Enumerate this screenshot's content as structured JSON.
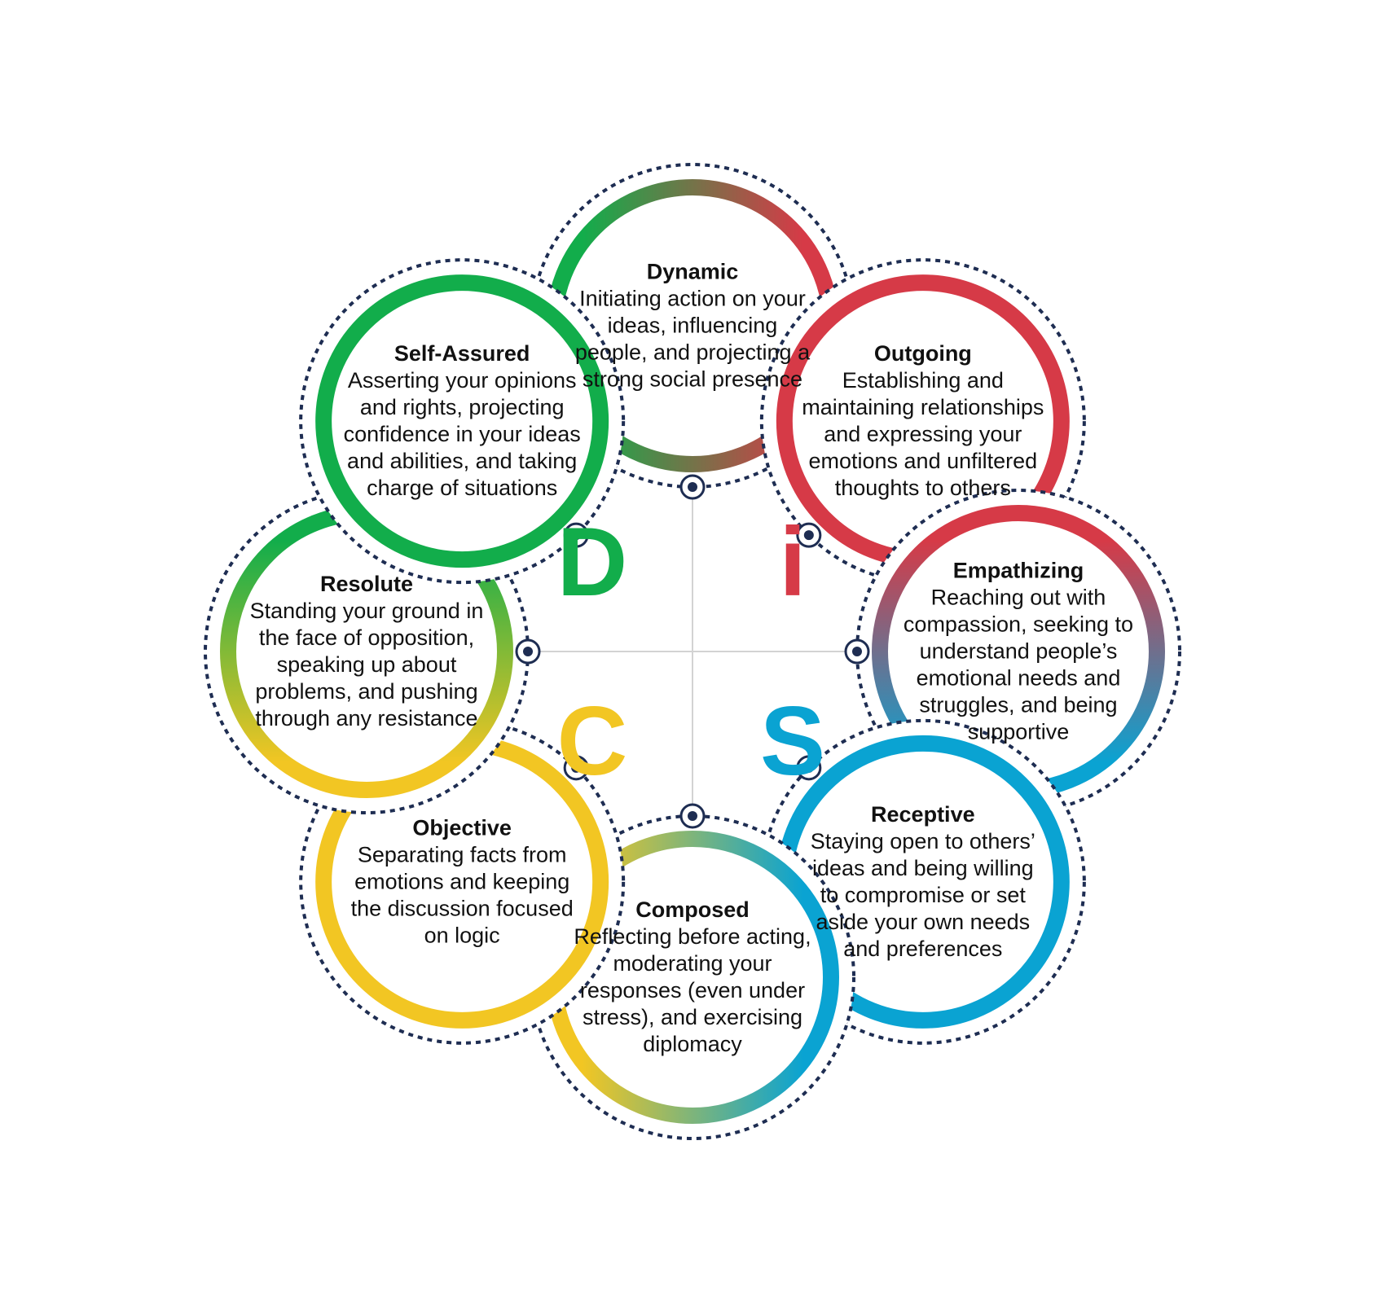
{
  "colors": {
    "green": "#12ad4b",
    "red": "#d63a47",
    "blue": "#0aa3d2",
    "yellow": "#f2c623",
    "navy": "#1e2d52",
    "divider": "#d3d3d3"
  },
  "quadrants": [
    {
      "letter": "D",
      "color": "#12ad4b"
    },
    {
      "letter": "i",
      "color": "#d63a47"
    },
    {
      "letter": "S",
      "color": "#0aa3d2"
    },
    {
      "letter": "C",
      "color": "#f2c623"
    }
  ],
  "nodes": [
    {
      "id": "dynamic",
      "title": "Dynamic",
      "text": "Initiating action on your ideas, influencing people, and projecting a strong social presence",
      "colors": [
        "#12ad4b",
        "#d63a47"
      ]
    },
    {
      "id": "outgoing",
      "title": "Outgoing",
      "text": "Establishing and maintaining relationships and expressing your emotions and unfiltered thoughts to others",
      "colors": [
        "#d63a47",
        "#d63a47"
      ]
    },
    {
      "id": "empathizing",
      "title": "Empathizing",
      "text": "Reaching out with compassion, seeking to understand people’s emotional needs and struggles, and being supportive",
      "colors": [
        "#d63a47",
        "#0aa3d2"
      ]
    },
    {
      "id": "receptive",
      "title": "Receptive",
      "text": "Staying open to others’ ideas and being willing to compromise or set aside your own needs and preferences",
      "colors": [
        "#0aa3d2",
        "#0aa3d2"
      ]
    },
    {
      "id": "composed",
      "title": "Composed",
      "text": "Reflecting before acting, moderating your responses (even under stress), and exercising diplomacy",
      "colors": [
        "#f2c623",
        "#0aa3d2"
      ]
    },
    {
      "id": "objective",
      "title": "Objective",
      "text": "Separating facts from emotions and keeping the discussion focused on logic",
      "colors": [
        "#f2c623",
        "#f2c623"
      ]
    },
    {
      "id": "resolute",
      "title": "Resolute",
      "text": "Standing your ground in the face of opposition, speaking up about problems, and pushing through any resistance",
      "colors": [
        "#12ad4b",
        "#f2c623"
      ]
    },
    {
      "id": "self-assured",
      "title": "Self-Assured",
      "text": "Asserting your opinions and rights, projecting confidence in your ideas and abilities, and taking charge of situations",
      "colors": [
        "#12ad4b",
        "#12ad4b"
      ]
    }
  ]
}
